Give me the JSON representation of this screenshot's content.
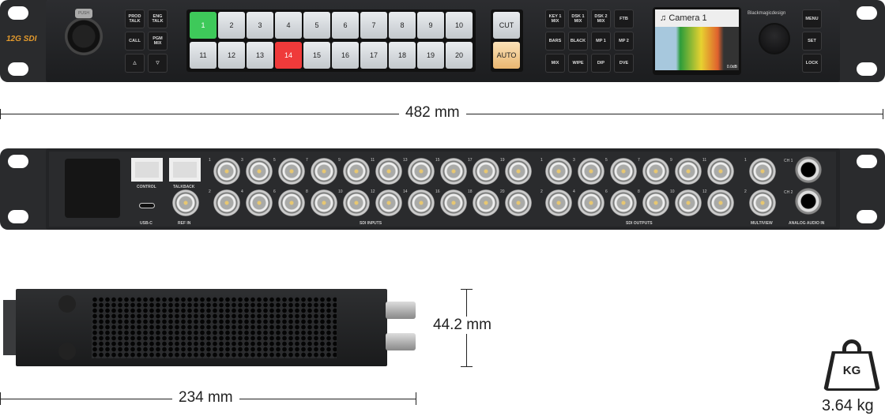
{
  "front": {
    "badge": "12G SDI",
    "xlr_label": "PUSH",
    "left_buttons": [
      "PROD TALK",
      "ENG TALK",
      "CALL",
      "PGM MIX",
      "△",
      "▽"
    ],
    "crosspoints": [
      "1",
      "2",
      "3",
      "4",
      "5",
      "6",
      "7",
      "8",
      "9",
      "10",
      "11",
      "12",
      "13",
      "14",
      "15",
      "16",
      "17",
      "18",
      "19",
      "20"
    ],
    "program_selected": "1",
    "preview_selected": "14",
    "program_color": "#3ec95a",
    "preview_color": "#ef3a3a",
    "cut_label": "CUT",
    "auto_label": "AUTO",
    "right_buttons": [
      "KEY 1 MIX",
      "DSK 1 MIX",
      "DSK 2 MIX",
      "FTB",
      "BARS",
      "BLACK",
      "MP 1",
      "MP 2",
      "MIX",
      "WIPE",
      "DIP",
      "DVE"
    ],
    "lcd": {
      "title": "Camera 1",
      "level": "0.0dB"
    },
    "brand": "Blackmagicdesign",
    "menu_buttons": [
      "MENU",
      "SET",
      "LOCK"
    ]
  },
  "rear": {
    "control": "CONTROL",
    "talkback": "TALKBACK",
    "usb": "USB-C",
    "ref": "REF IN",
    "sdi_inputs": "SDI INPUTS",
    "sdi_outputs": "SDI OUTPUTS",
    "multiview": "MULTIVIEW",
    "analog_audio": "ANALOG AUDIO IN",
    "ch1": "CH 1",
    "ch2": "CH 2",
    "input_count": 20,
    "output_count": 12,
    "multiview_count": 2
  },
  "dimensions": {
    "width": "482 mm",
    "height": "44.2 mm",
    "depth": "234 mm"
  },
  "weight": {
    "icon_label": "KG",
    "value": "3.64 kg"
  }
}
